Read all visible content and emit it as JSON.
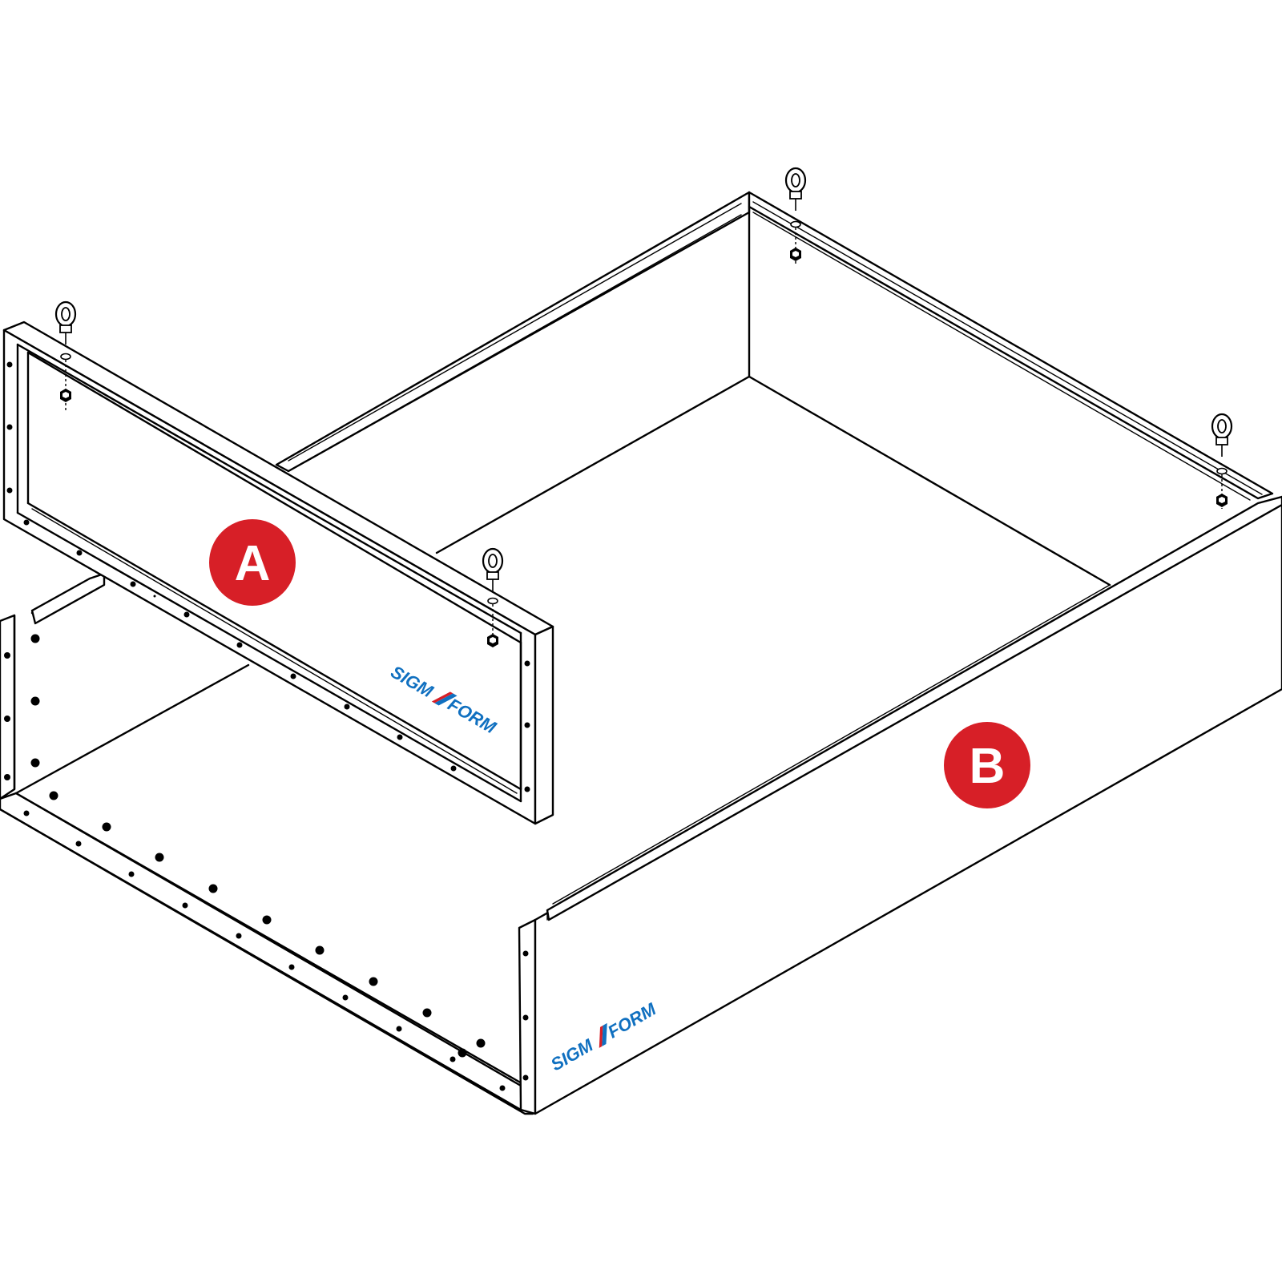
{
  "labels": {
    "panel_a": "A",
    "panel_b": "B"
  },
  "logo": {
    "part1": "SIGM",
    "part2": "FORM"
  },
  "colors": {
    "badge": "#d71f27",
    "logo_blue": "#1070c0",
    "logo_red": "#d71f27",
    "line": "#000000"
  },
  "icons": {
    "eye_bolt": "eye-bolt-icon",
    "hex_nut": "hex-nut-icon"
  }
}
